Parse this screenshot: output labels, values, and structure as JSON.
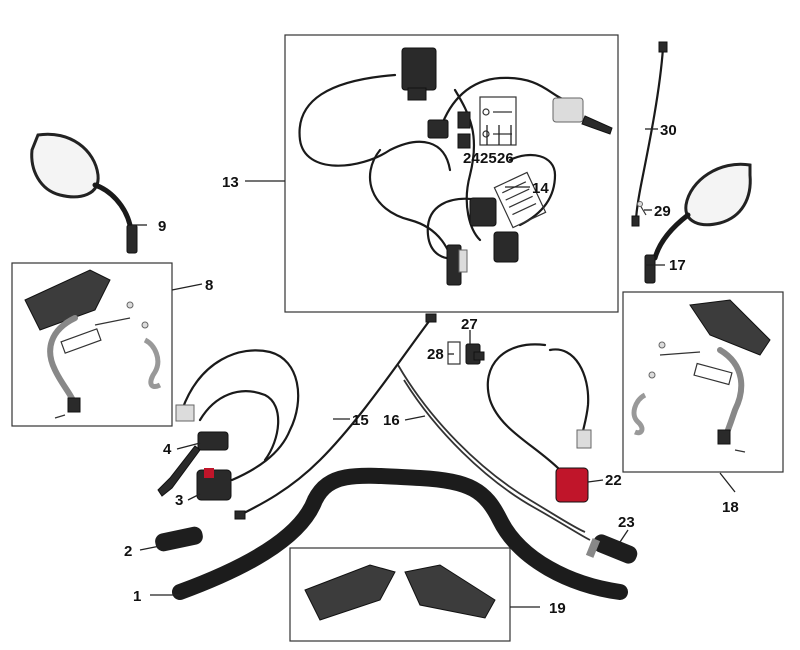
{
  "callouts": {
    "c1": "1",
    "c2": "2",
    "c3": "3",
    "c4": "4",
    "c8": "8",
    "c9": "9",
    "c13": "13",
    "c14": "14",
    "c15": "15",
    "c16": "16",
    "c17": "17",
    "c18": "18",
    "c19": "19",
    "c22": "22",
    "c23": "23",
    "c24": "24",
    "c25": "25",
    "c26": "26",
    "c27": "27",
    "c28": "28",
    "c29": "29",
    "c30": "30"
  },
  "colors": {
    "part": "#2a2a2a",
    "switch_red": "#c0152a",
    "handguard": "#3c3c3c",
    "metal": "#dcdcdc"
  }
}
